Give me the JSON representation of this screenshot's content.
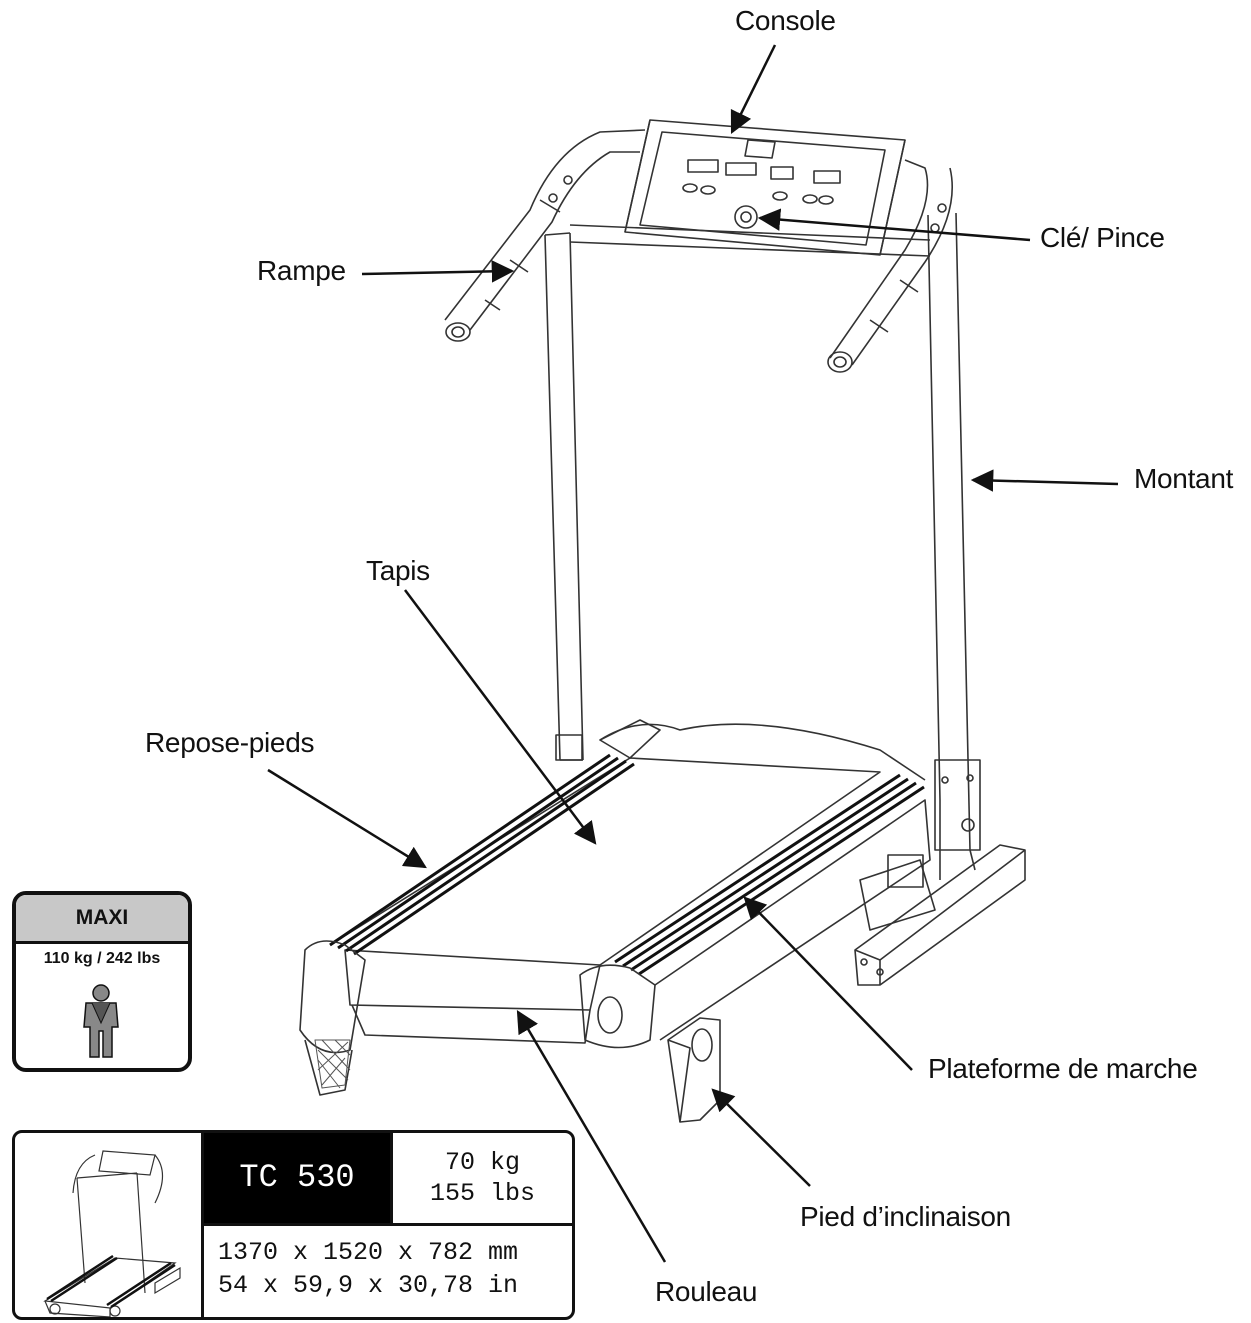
{
  "labels": {
    "console": "Console",
    "key": "Clé/ Pince",
    "handrail": "Rampe",
    "upright": "Montant",
    "belt": "Tapis",
    "footrest": "Repose-pieds",
    "platform": "Plateforme de marche",
    "incline_foot": "Pied d’inclinaison",
    "roller": "Rouleau"
  },
  "maxi": {
    "title": "MAXI",
    "weight": "110 kg / 242 lbs"
  },
  "spec": {
    "model": "TC 530",
    "weight_kg": "70 kg",
    "weight_lbs": "155 lbs",
    "dims_mm": "1370 x 1520 x 782 mm",
    "dims_in": "54 x 59,9 x 30,78 in"
  }
}
